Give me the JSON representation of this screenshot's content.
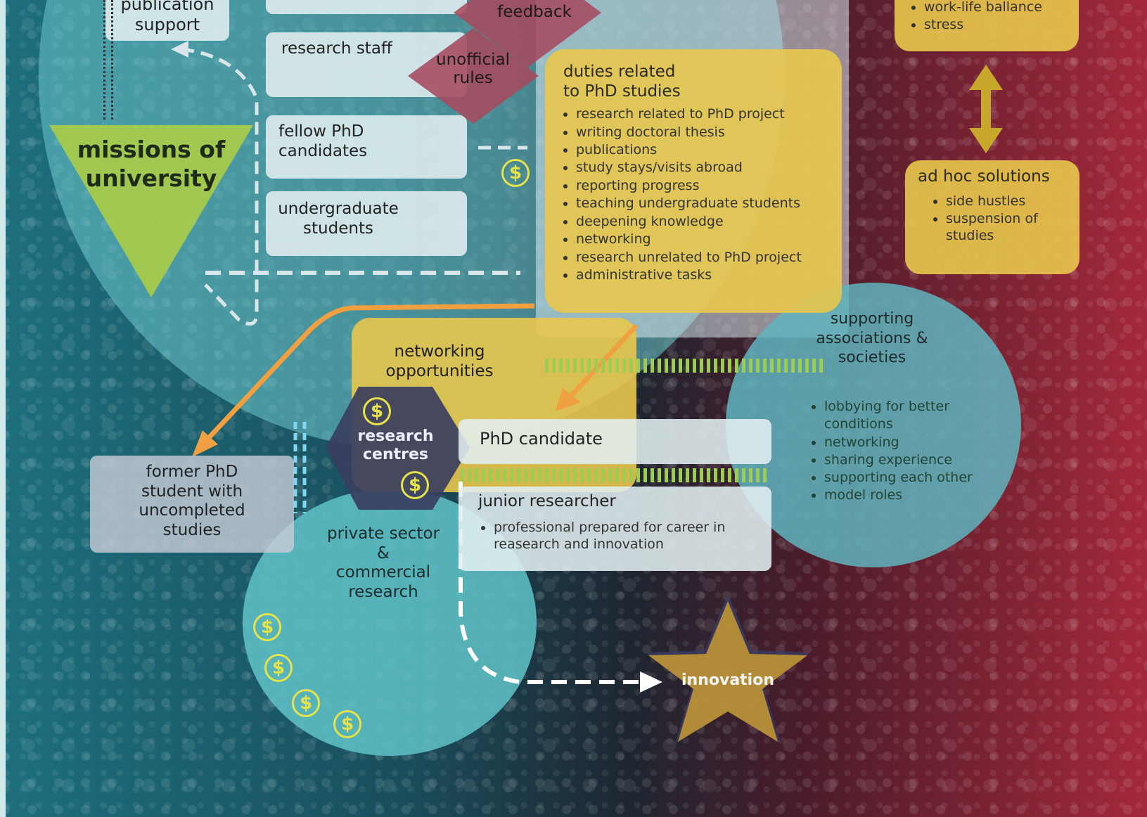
{
  "top": {
    "publication_support": "publication\nsupport",
    "feedback": "feedback",
    "unofficial_rules": "unofficial\nrules",
    "research_staff": "research staff",
    "fellow_phd": "fellow PhD\ncandidates",
    "undergraduate": "undergraduate\nstudents",
    "missions": "missions of\nuniversity"
  },
  "duties": {
    "title": "duties related\nto PhD studies",
    "items": [
      "research related to PhD project",
      "writing doctoral thesis",
      "publications",
      "study stays/visits abroad",
      "reporting progress",
      "teaching undergraduate students",
      "deepening knowledge",
      "networking",
      "research unrelated to PhD project",
      "administrative tasks"
    ]
  },
  "stress": {
    "items": [
      "work-life ballance",
      "stress"
    ]
  },
  "adhoc": {
    "title": "ad hoc solutions",
    "items": [
      "side hustles",
      "suspension of\nstudies"
    ]
  },
  "supporting": {
    "title": "supporting\nassociations &\nsocieties",
    "items": [
      "lobbying for better\nconditions",
      "networking",
      "sharing experience",
      "supporting each other",
      "model roles"
    ]
  },
  "networking_opportunities": "networking\nopportunities",
  "research_centres": "research\ncentres",
  "phd_candidate": "PhD candidate",
  "junior": {
    "title": "junior researcher",
    "items": [
      "professional prepared for career in\nreasearch and innovation"
    ]
  },
  "former": "former PhD\nstudent with\nuncompleted\nstudies",
  "private": "private sector\n&\ncommercial\nresearch",
  "innovation": "innovation",
  "dollar_symbol": "$",
  "colors": {
    "teal_circle": "#5fbfc8",
    "yellow": "#e8c64c",
    "green_triangle": "#a8cc4a",
    "maroon": "#a64a5e",
    "dark_hex": "#3a3e5e",
    "orange_arrow": "#f0a040",
    "dollar": "#e6e24a"
  }
}
